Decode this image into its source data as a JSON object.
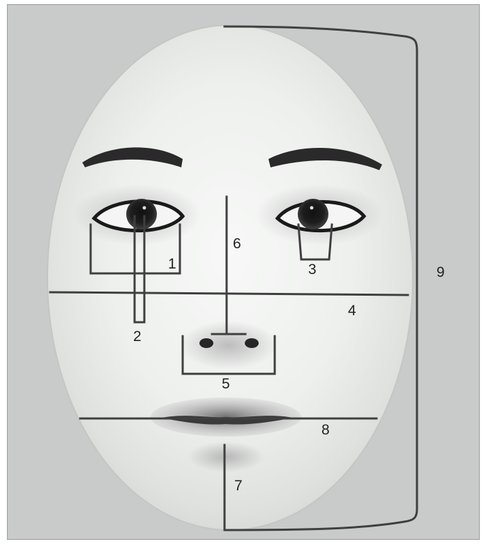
{
  "labels": {
    "1": "1",
    "2": "2",
    "3": "3",
    "4": "4",
    "5": "5",
    "6": "6",
    "7": "7",
    "8": "8",
    "9": "9"
  },
  "colors": {
    "background": "#c9cbca",
    "face": "#f2f3f2",
    "marker_lines": "#3f3f3f",
    "label_text": "#222222"
  }
}
